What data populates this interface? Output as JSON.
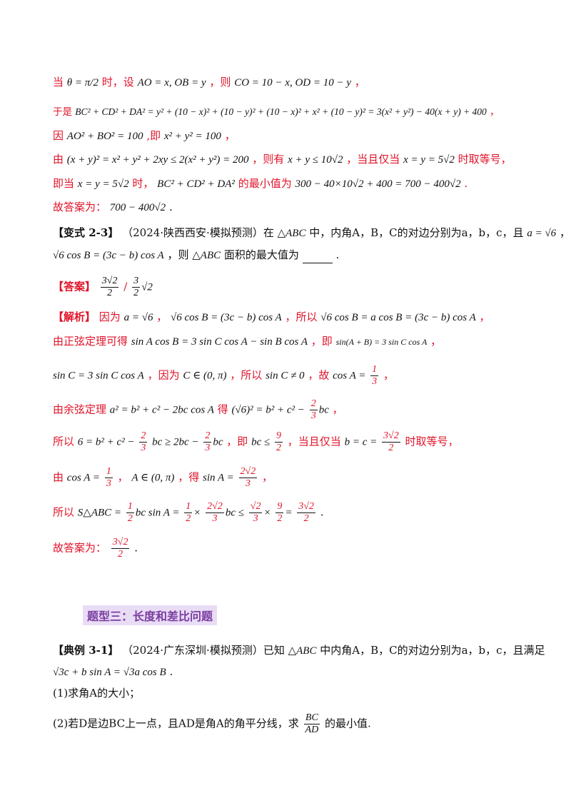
{
  "solution_top": {
    "l1_a": "当",
    "l1_math": "θ = π/2",
    "l1_b": "时，设",
    "l1_m2": "AO = x, OB = y",
    "l1_c": "，则",
    "l1_m3": "CO = 10 − x, OD = 10 − y",
    "l1_d": "，",
    "l2_a": "于是",
    "l2_math": "BC² + CD² + DA² = y² + (10 − x)² + (10 − y)² + (10 − x)² + x² + (10 − y)² = 3(x² + y²) − 40(x + y) + 400",
    "l2_b": "，",
    "l3_a": "因",
    "l3_m1": "AO² + BO² = 100",
    "l3_b": ",即",
    "l3_m2": "x² + y² = 100",
    "l3_c": "，",
    "l4_a": "由",
    "l4_m1": "(x + y)² = x² + y² + 2xy ≤ 2(x² + y²) = 200",
    "l4_b": "，则有",
    "l4_m2": "x + y ≤ 10√2",
    "l4_c": "，当且仅当",
    "l4_m3": "x = y = 5√2",
    "l4_d": "时取等号，",
    "l5_a": "即当",
    "l5_m1": "x = y = 5√2",
    "l5_b": "时，",
    "l5_m2": "BC² + CD² + DA²",
    "l5_c": "的最小值为",
    "l5_m3": "300 − 40×10√2 + 400 = 700 − 400√2",
    "l5_d": ".",
    "l6_a": "故答案为：",
    "l6_m1": "700 − 400√2",
    "l6_b": "."
  },
  "variant": {
    "tag": "【变式 2-3】",
    "source": "（2024·陕西西安·模拟预测）在",
    "tri": "△ABC",
    "text1": "中，内角A，B，C的对边分别为a，b，c，且",
    "cond1": "a = √6",
    "text1b": "，",
    "cond2": "√6 cos B = (3c − b) cos A",
    "text2": "，则",
    "tri2": "△ABC",
    "text3": "面积的最大值为",
    "text4": "."
  },
  "answer": {
    "tag": "【答案】",
    "val_num": "3√2",
    "val_den": "2",
    "sep": "/",
    "alt_num": "3",
    "alt_den": "2",
    "alt_tail": "√2"
  },
  "analysis": {
    "tag": "【解析】",
    "a1": "因为",
    "m1": "a = √6",
    "a2": "，",
    "m2": "√6 cos B = (3c − b) cos A",
    "a3": "，所以",
    "m3": "√6 cos B = a cos B = (3c − b) cos A",
    "a4": "，",
    "b1": "由正弦定理可得",
    "bm1": "sin A cos B = 3 sin C cos A − sin B cos A",
    "b2": "，即",
    "bm2": "sin(A + B) = 3 sin C cos A",
    "b3": "，",
    "cm1": "sin C = 3 sin C cos A",
    "c1": "，因为",
    "cm2": "C ∈ (0, π)",
    "c2": "，所以",
    "cm3": "sin C ≠ 0",
    "c3": "，故",
    "cm4": "cos A =",
    "cm4_num": "1",
    "cm4_den": "3",
    "c4": "，",
    "d1": "由余弦定理",
    "dm1": "a² = b² + c² − 2bc cos A",
    "d2": "得",
    "dm2": "(√6)² = b² + c² −",
    "dm2_num": "2",
    "dm2_den": "3",
    "dm2_tail": "bc",
    "d3": "，",
    "e1": "所以",
    "em1": "6 = b² + c² −",
    "em1_num": "2",
    "em1_den": "3",
    "em1_mid": "bc ≥ 2bc −",
    "em1_num2": "2",
    "em1_den2": "3",
    "em1_tail": "bc",
    "e2": "，即",
    "em2": "bc ≤",
    "em2_num": "9",
    "em2_den": "2",
    "e3": "，当且仅当",
    "em3": "b = c =",
    "em3_num": "3√2",
    "em3_den": "2",
    "e4": "时取等号，",
    "f1": "由",
    "fm1": "cos A =",
    "fm1_num": "1",
    "fm1_den": "3",
    "f2": "，",
    "fm2": "A ∈ (0, π)",
    "f3": "，得",
    "fm3": "sin A =",
    "fm3_num": "2√2",
    "fm3_den": "3",
    "f4": "，",
    "g1": "所以",
    "gm1": "S△ABC =",
    "gm1_n1": "1",
    "gm1_d1": "2",
    "gm1_t1": "bc sin A =",
    "gm1_n2": "1",
    "gm1_d2": "2",
    "gm1_t2": "×",
    "gm1_n3": "2√2",
    "gm1_d3": "3",
    "gm1_t3": "bc ≤",
    "gm1_n4": "√2",
    "gm1_d4": "3",
    "gm1_t4": "×",
    "gm1_n5": "9",
    "gm1_d5": "2",
    "gm1_t5": "=",
    "gm1_n6": "3√2",
    "gm1_d6": "2",
    "g2": ".",
    "h1": "故答案为：",
    "h_num": "3√2",
    "h_den": "2",
    "h2": "."
  },
  "section": {
    "heading": "题型三：长度和差比问题"
  },
  "example": {
    "tag": "【典例 3-1】",
    "source": "（2024·广东深圳·模拟预测）已知",
    "tri": "△ABC",
    "text1": "中内角A，B，C的对边分别为a，b，c，且满足",
    "cond": "√3c + b sin A = √3a cos B",
    "text2": ".",
    "q1": "(1)求角A的大小；",
    "q2_a": "(2)若D是边BC上一点，且AD是角A的角平分线，求",
    "q2_num": "BC",
    "q2_den": "AD",
    "q2_b": "的最小值."
  }
}
